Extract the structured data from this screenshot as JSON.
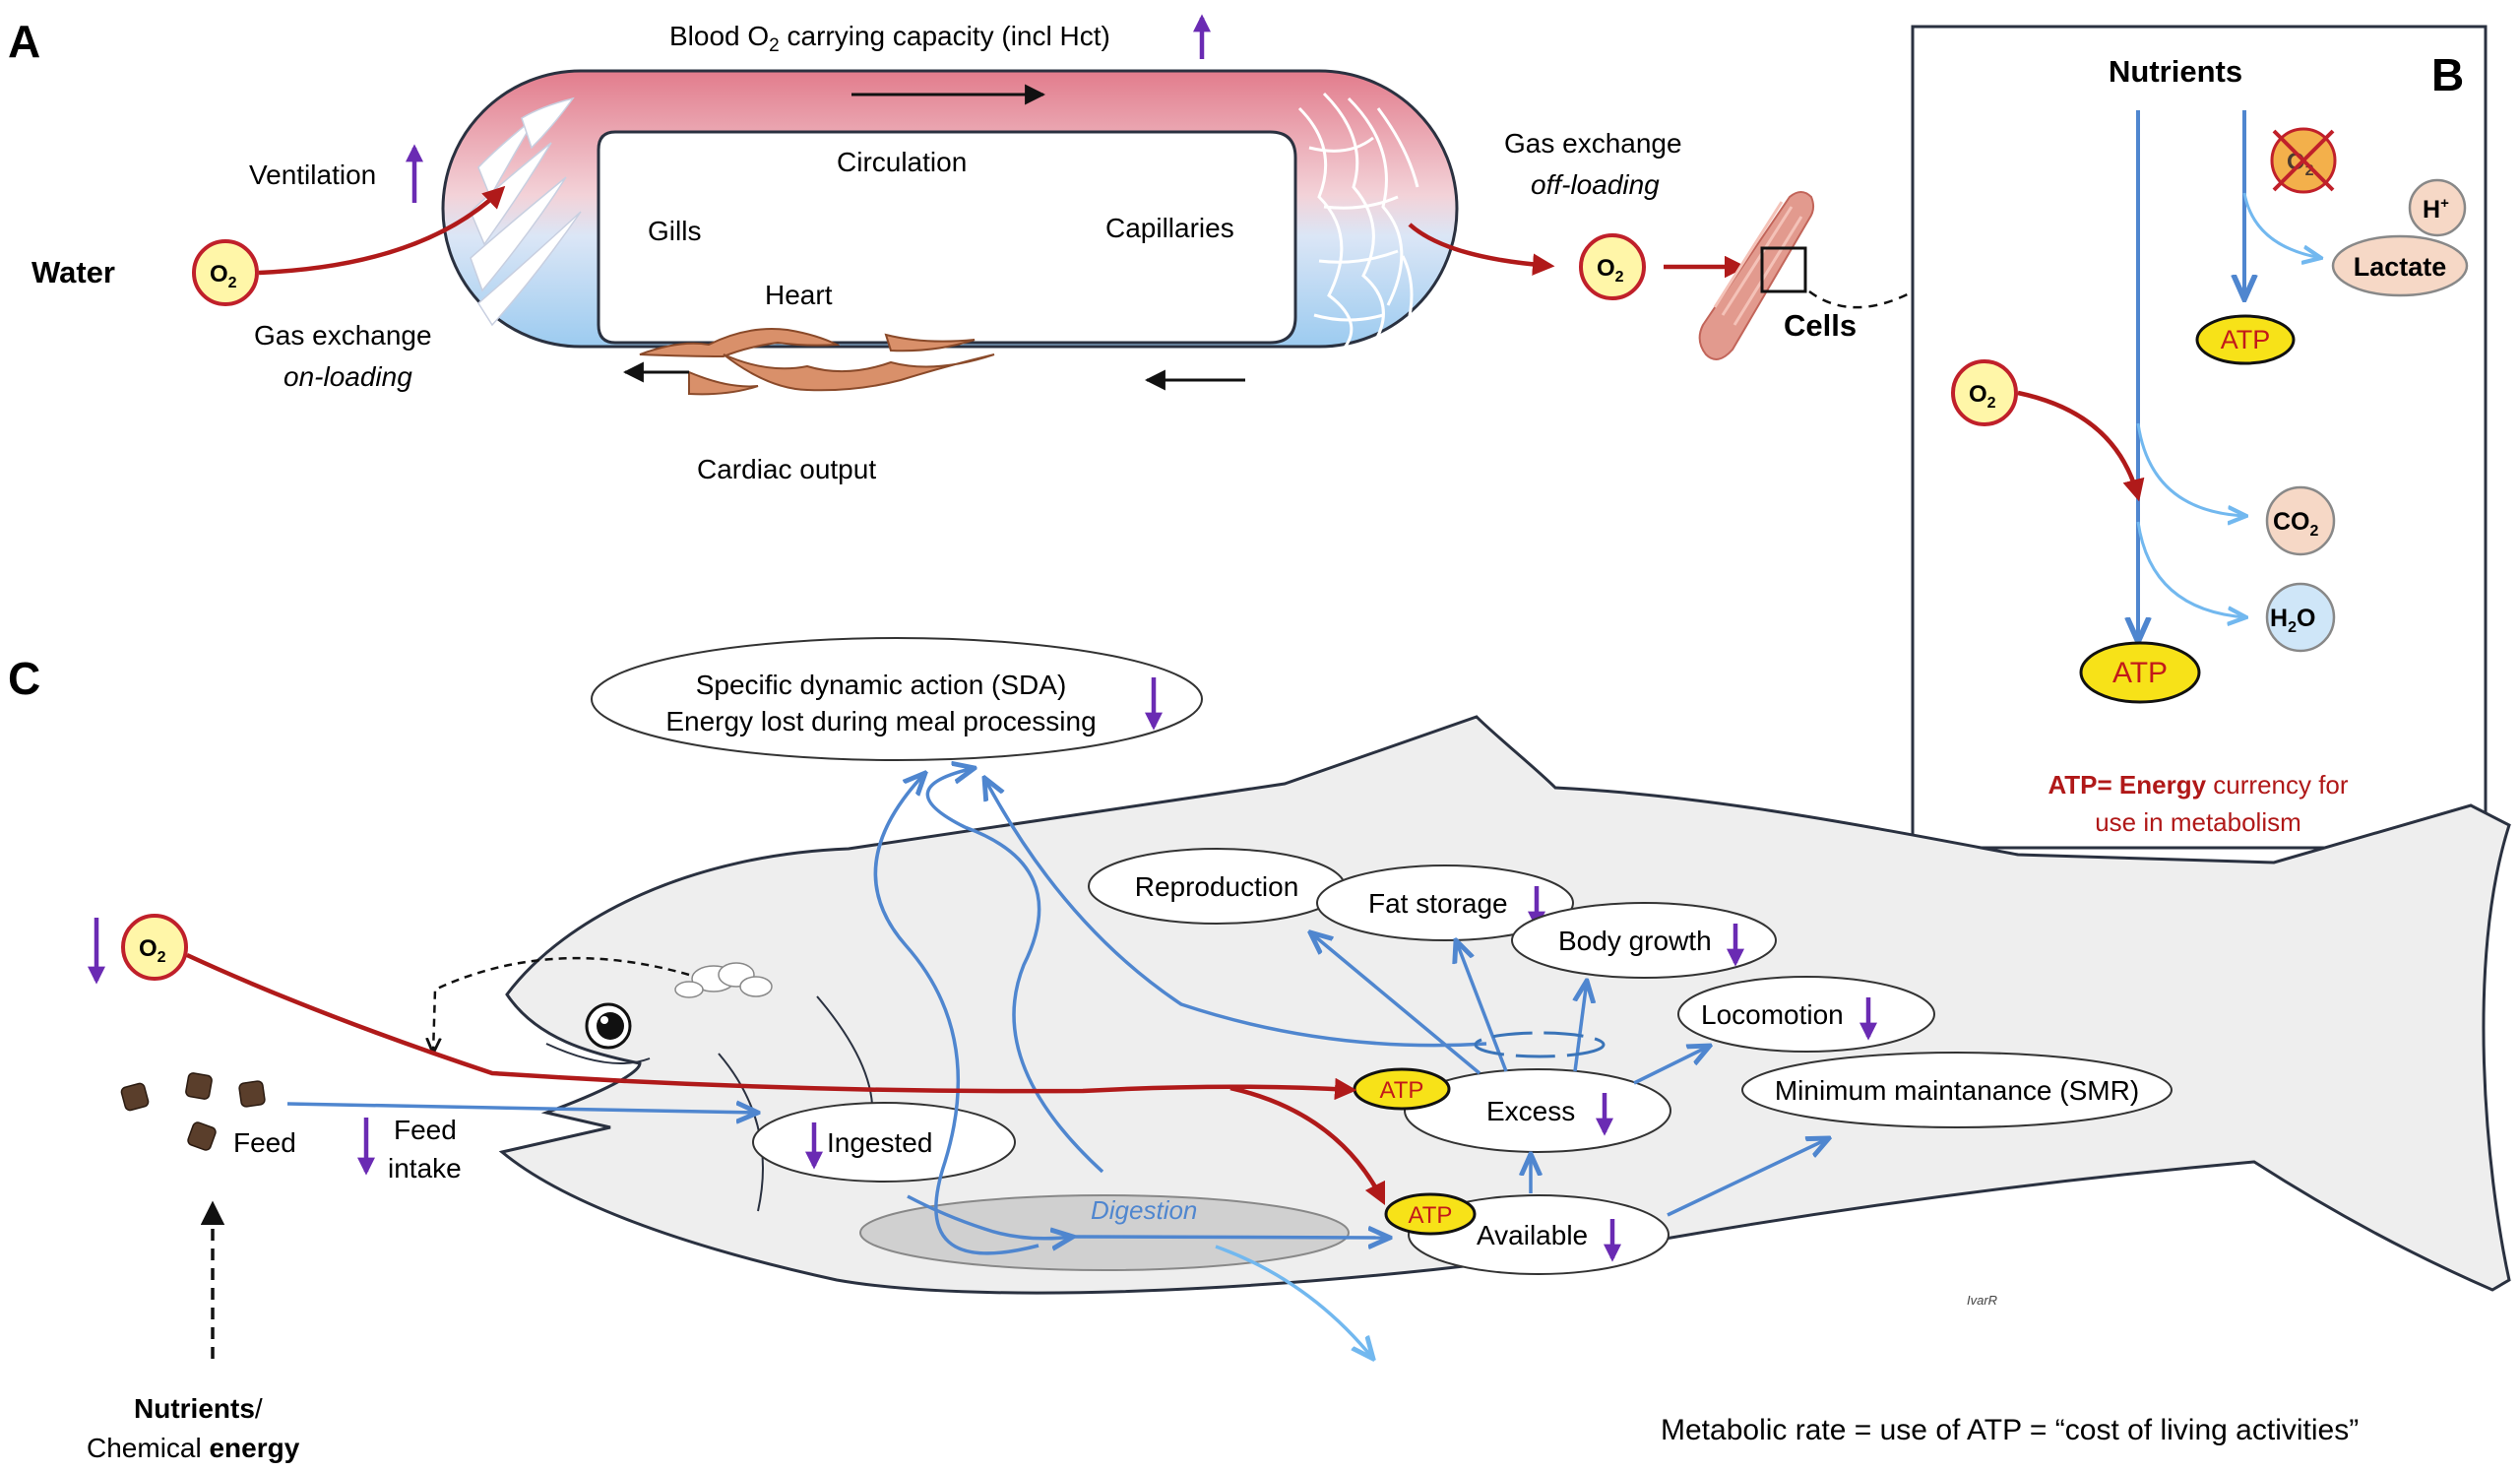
{
  "panels": {
    "a": "A",
    "b": "B",
    "c": "C"
  },
  "colors": {
    "blood_top": "#e27c8c",
    "blood_bottom": "#9ccbf0",
    "o2_fill": "#fff6a8",
    "o2_stroke": "#c0202a",
    "red_arrow": "#b01a1a",
    "blue_arrow": "#4f86cf",
    "light_blue_arrow": "#72b8ef",
    "purple_arrow": "#6a2bb3",
    "heart": "#d9906a",
    "fish_fill": "#eeeeee",
    "atp_fill": "#f7e218",
    "atp_text": "#c21a1a",
    "co2_fill": "#f6d8c6",
    "h2o_fill": "#cfe6f8",
    "b_caption": "#b01818"
  },
  "panel_a": {
    "title": "Blood O",
    "title_sub": "2",
    "title_rest": " carrying capacity (incl Hct)",
    "ventilation": "Ventilation",
    "circulation": "Circulation",
    "gills": "Gills",
    "capillaries": "Capillaries",
    "heart": "Heart",
    "cardiac_output": "Cardiac output",
    "water": "Water",
    "gas_on_1": "Gas exchange",
    "gas_on_2": "on-loading",
    "gas_off_1": "Gas exchange",
    "gas_off_2": "off-loading",
    "cells": "Cells",
    "o2": "O",
    "o2_sub": "2"
  },
  "panel_b": {
    "nutrients": "Nutrients",
    "h_plus": "H",
    "h_plus_sup": "+",
    "lactate": "Lactate",
    "atp": "ATP",
    "o2": "O",
    "o2_sub": "2",
    "co2": "CO",
    "co2_sub": "2",
    "h2o_h": "H",
    "h2o_sub": "2",
    "h2o_o": "O",
    "caption_bold": "ATP= Energy",
    "caption_rest": " currency for",
    "caption_line2": "use in metabolism"
  },
  "panel_c": {
    "sda_line1": "Specific dynamic action (SDA)",
    "sda_line2": "Energy lost during meal processing",
    "reproduction": "Reproduction",
    "fat_storage": "Fat storage",
    "body_growth": "Body growth",
    "locomotion": "Locomotion",
    "smr": "Minimum maintanance (SMR)",
    "excess": "Excess",
    "available": "Available",
    "ingested": "Ingested",
    "digestion": "Digestion",
    "atp": "ATP",
    "feed": "Feed",
    "feed_intake_1": "Feed",
    "feed_intake_2": "intake",
    "nutrients_bold": "Nutrients",
    "nutrients_rest": "/",
    "chemical": "Chemical ",
    "energy_bold": "energy",
    "o2": "O",
    "o2_sub": "2",
    "signature": "IvarR",
    "metabolic_rate": "Metabolic rate = use of ATP = “cost of living activities”"
  }
}
